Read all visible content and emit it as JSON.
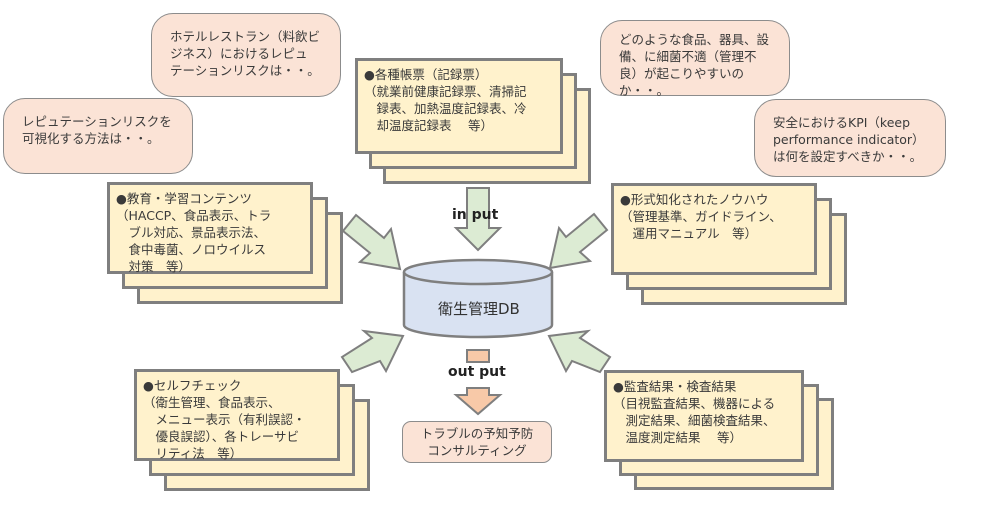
{
  "questions": [
    {
      "id": "hotel-reputation",
      "text": "ホテルレストラン（料飲ビ\nジネス）におけるレピュ\nテーションリスクは・・。"
    },
    {
      "id": "visualize-risk",
      "text": "レピュテーションリスクを\n可視化する方法は・・。"
    },
    {
      "id": "bacteria",
      "text": "どのような食品、器具、設\n備、に細菌不適（管理不\n良）が起こりやすいの\nか・・。"
    },
    {
      "id": "kpi",
      "text": "安全におけるKPI（keep\nperformance indicator）\nは何を設定すべきか・・。"
    }
  ],
  "sources": [
    {
      "id": "records",
      "text": "●各種帳票（記録票）\n（就業前健康記録票、清掃記\n　録表、加熱温度記録表、冷\n　却温度記録表　 等）"
    },
    {
      "id": "education",
      "text": "●教育・学習コンテンツ\n（HACCP、食品表示、トラ\n　ブル対応、景品表示法、\n　食中毒菌、ノロウイルス\n　対策　等）"
    },
    {
      "id": "knowhow",
      "text": "●形式知化されたノウハウ\n（管理基準、ガイドライン、\n　運用マニュアル　等）"
    },
    {
      "id": "self-check",
      "text": "●セルフチェック\n（衛生管理、食品表示、\n　メニュー表示（有利誤認・\n　優良誤認）、各トレーサビ\n　リティ法　等）"
    },
    {
      "id": "audit",
      "text": "●監査結果・検査結果\n（目視監査結果、機器による\n　測定結果、細菌検査結果、\n　温度測定結果　 等）"
    }
  ],
  "database": {
    "label": "衛生管理DB"
  },
  "flow": {
    "input_label": "in put",
    "output_label": "out put"
  },
  "result": {
    "text": "トラブルの予知予防\nコンサルティング"
  },
  "colors": {
    "bubble_fill": "#fbe3d6",
    "sheet_fill": "#fff2cc",
    "input_arrow": "#dcebd3",
    "output_arrow": "#f8c9a8",
    "db_fill": "#d9e2f2",
    "outline": "#7f7f7f"
  }
}
